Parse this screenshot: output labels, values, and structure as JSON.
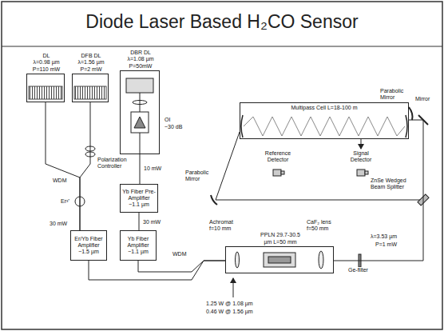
{
  "diagram": {
    "title": "Diode Laser Based H₂CO Sensor",
    "nodes": [
      {
        "text": [
          "DL",
          "λ=0.98 µm",
          "P=110 mW"
        ]
      },
      {
        "text": [
          "DFB DL",
          "λ=1.56 µm",
          "P=2 mW"
        ]
      },
      {
        "text": [
          "DBR DL",
          "λ=1.08 µm",
          "P=50mW"
        ]
      },
      {
        "text": [
          "Yb Fiber Pre-Amplifier",
          "~1.1 µm"
        ]
      },
      {
        "text": [
          "Er/Yb Fiber Amplifier",
          "~1.5 µm"
        ]
      },
      {
        "text": [
          "Yb Fiber Amplifier",
          "~1.1 µm"
        ]
      },
      {
        "text": [
          "Multipass Cell L=18-100 m"
        ]
      },
      {
        "text": [
          "Reference Detector"
        ]
      },
      {
        "text": [
          "Signal Detector"
        ]
      },
      {
        "text": [
          "PPLN 29.7-30.5 µm L=50 mm"
        ]
      }
    ],
    "edges": [
      {
        "from": 0,
        "to": 4,
        "arrow": "none"
      },
      {
        "from": 1,
        "to": 4,
        "arrow": "none"
      },
      {
        "from": 2,
        "to": 3,
        "arrow": "none"
      },
      {
        "from": 3,
        "to": 5,
        "arrow": "none"
      },
      {
        "from": 4,
        "to": 9,
        "arrow": "none"
      },
      {
        "from": 5,
        "to": 9,
        "arrow": "none"
      },
      {
        "from": 9,
        "to": 6,
        "arrow": "none"
      },
      {
        "from": 6,
        "to": 8,
        "arrow": "to"
      }
    ],
    "labels": [
      "OI",
      "~30 dB",
      "Polarization Controller",
      "10 mW",
      "WDM",
      "Er³⁺",
      "30 mW",
      "30 mW",
      "WDM",
      "Parabolic Mirror",
      "Mirror",
      "Parabolic Mirror",
      "ZnSe Wedged Beam Splitter",
      "Achromat f=10 mm",
      "CaF₂ lens f=50 mm",
      "λ=3.53 µm",
      "P=1 mW",
      "Ge-filter",
      "1.25 W @ 1.08 µm",
      "0.46 W @ 1.56 µm"
    ]
  }
}
